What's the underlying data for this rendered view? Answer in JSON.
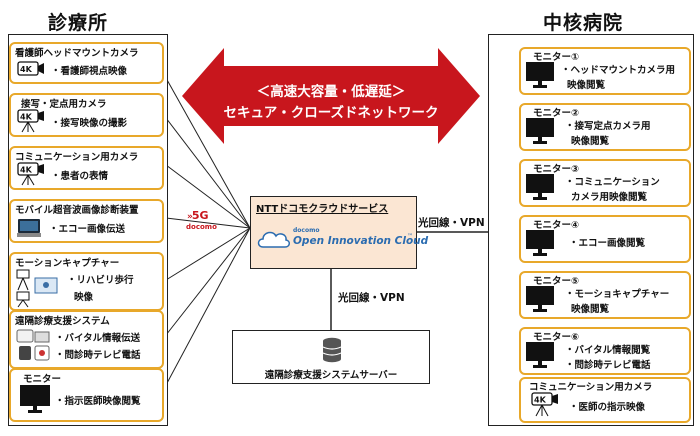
{
  "left_panel": {
    "title": "診療所",
    "items": [
      {
        "title": "看護師ヘッドマウントカメラ",
        "lines": [
          "・看護師視点映像"
        ],
        "icon": "4k-camera-icon"
      },
      {
        "title": "接写・定点用カメラ",
        "lines": [
          "・接写映像の撮影"
        ],
        "icon": "4k-camera-tripod-icon"
      },
      {
        "title": "コミュニケーション用カメラ",
        "lines": [
          "・患者の表情"
        ],
        "icon": "4k-camera-tripod-icon"
      },
      {
        "title": "モバイル超音波画像診断装置",
        "lines": [
          "・エコー画像伝送"
        ],
        "icon": "ultrasound-device-icon"
      },
      {
        "title": "モーションキャプチャー",
        "lines": [
          "・リハビリ歩行",
          "映像"
        ],
        "icon": "motion-capture-icon"
      },
      {
        "title": "遠隔診療支援システム",
        "lines": [
          "・バイタル情報伝送",
          "・問診時テレビ電話"
        ],
        "icon": "medical-devices-icon"
      },
      {
        "title": "モニター",
        "lines": [
          "・指示医師映像閲覧"
        ],
        "icon": "monitor-icon"
      }
    ]
  },
  "right_panel": {
    "title": "中核病院",
    "items": [
      {
        "title": "モニター①",
        "lines": [
          "・ヘッドマウントカメラ用",
          "映像閲覧"
        ],
        "icon": "monitor-icon"
      },
      {
        "title": "モニター②",
        "lines": [
          "・接写定点カメラ用",
          "映像閲覧"
        ],
        "icon": "monitor-icon"
      },
      {
        "title": "モニター③",
        "lines": [
          "・コミュニケーション",
          "カメラ用映像閲覧"
        ],
        "icon": "monitor-icon"
      },
      {
        "title": "モニター④",
        "lines": [
          "・エコー画像閲覧"
        ],
        "icon": "monitor-icon"
      },
      {
        "title": "モニター⑤",
        "lines": [
          "・モーショキャプチャー",
          "映像閲覧"
        ],
        "icon": "monitor-icon"
      },
      {
        "title": "モニター⑥",
        "lines": [
          "・バイタル情報閲覧",
          "・問診時テレビ電話"
        ],
        "icon": "monitor-icon"
      },
      {
        "title": "コミュニケーション用カメラ",
        "lines": [
          "・医師の指示映像"
        ],
        "icon": "4k-camera-tripod-icon"
      }
    ]
  },
  "network_arrow": {
    "line1": "＜高速大容量・低遅延＞",
    "line2": "セキュア・クローズドネットワーク",
    "color": "#c8161d"
  },
  "cloud_service": {
    "title": "NTTドコモクラウドサービス",
    "logo_small": "docomo",
    "logo_main": "Open Innovation Cloud",
    "logo_tm": "™",
    "bg_color": "#fbe6d3"
  },
  "fiveg": {
    "label": "5G",
    "sub": "docomo",
    "color": "#c8161d"
  },
  "connections": {
    "fiber_right": "光回線・VPN",
    "fiber_down": "光回線・VPN"
  },
  "server": {
    "label": "遠隔診療支援システムサーバー"
  },
  "accent_color": "#e8a82a"
}
